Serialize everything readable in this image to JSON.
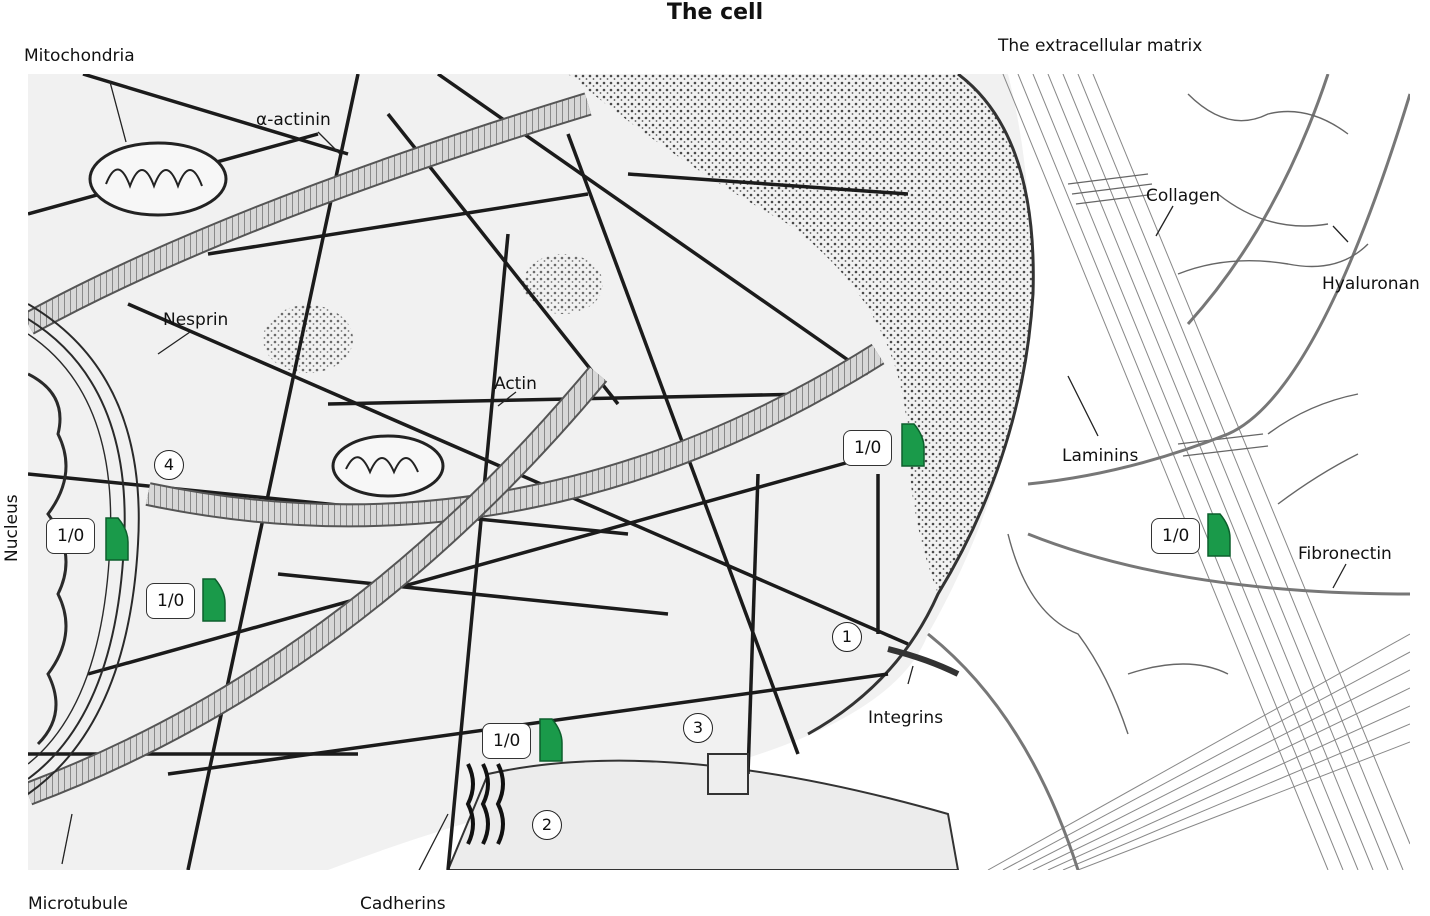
{
  "title": "The cell",
  "ecm_title": "The extracellular matrix",
  "labels": {
    "mitochondria": "Mitochondria",
    "alpha_actinin": "α-actinin",
    "nesprin": "Nesprin",
    "actin": "Actin",
    "nucleus": "Nucleus",
    "microtubule": "Microtubule",
    "cadherins": "Cadherins",
    "integrins": "Integrins",
    "collagen": "Collagen",
    "hyaluronan": "Hyaluronan",
    "laminins": "Laminins",
    "fibronectin": "Fibronectin"
  },
  "markers": [
    "1",
    "2",
    "3",
    "4"
  ],
  "badges": [
    "1/0",
    "1/0",
    "1/0",
    "1/0",
    "1/0"
  ],
  "colors": {
    "switch": "#1a9a4a",
    "ink": "#1b1b1b",
    "background": "#f1f1f1"
  }
}
